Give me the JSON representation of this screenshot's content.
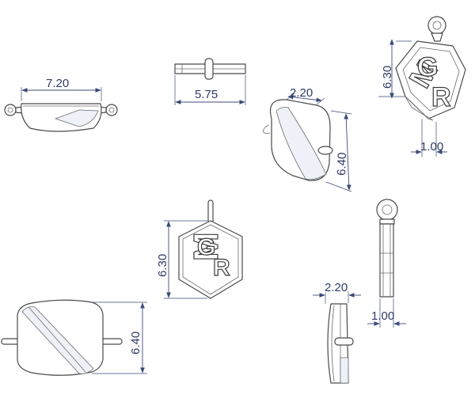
{
  "dimensions": {
    "top_left_width": "7.20",
    "top_middle_width": "5.75",
    "top_right_height": "6.30",
    "top_right_depth": "1.00",
    "iso_depth": "2.20",
    "iso_height": "6.40",
    "front_height": "6.30",
    "side_depth": "2.20",
    "side_thickness": "1.00",
    "bottom_left_height": "6.40"
  },
  "pendant_letters": {
    "first": "M",
    "second": "G",
    "third": "R"
  }
}
